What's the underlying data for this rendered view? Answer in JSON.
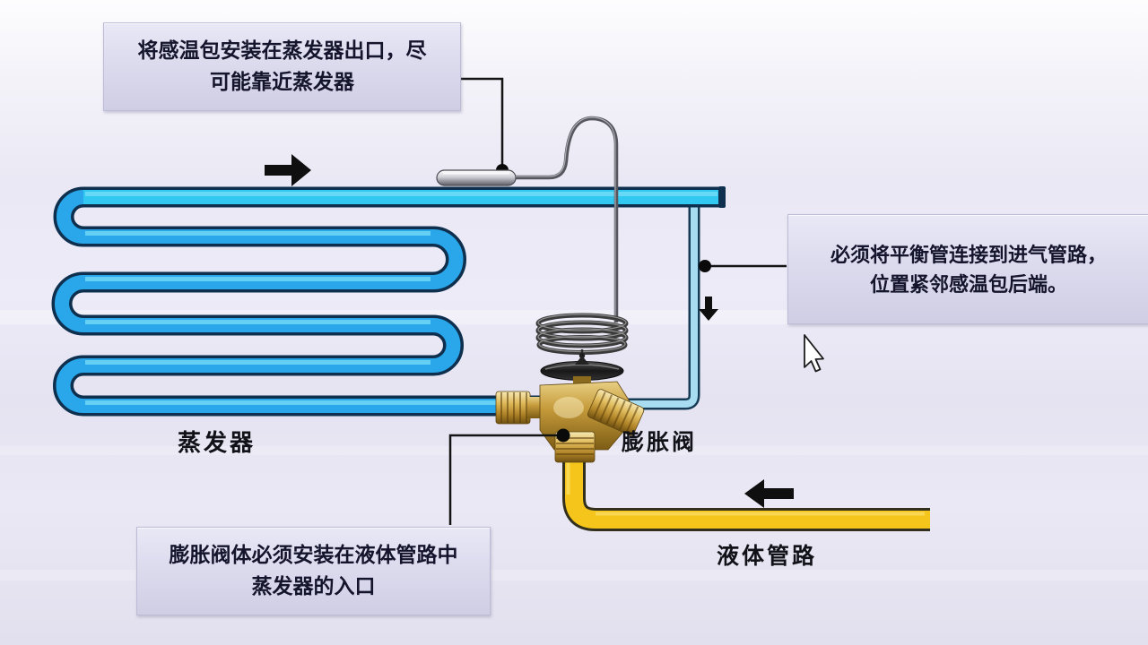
{
  "diagram": {
    "callout_bulb": {
      "line1": "将感温包安装在蒸发器出口，尽",
      "line2": "可能靠近蒸发器"
    },
    "callout_balance": {
      "line1": "必须将平衡管连接到进气管路，",
      "line2": "位置紧邻感温包后端。"
    },
    "callout_valve": {
      "line1": "膨胀阀体必须安装在液体管路中",
      "line2": "蒸发器的入口"
    },
    "label_evaporator": "蒸发器",
    "label_expansion_valve": "膨胀阀",
    "label_liquid_line": "液体管路"
  },
  "icons": {
    "flow-arrow-right-icon": "➡ suction gas flow direction",
    "flow-arrow-left-icon": "⬅ liquid line flow direction",
    "flow-arrow-down-icon": "⬇ balance pipe flow direction",
    "mouse-cursor-icon": "↖ pointer cursor",
    "sensing-bulb": "temperature sensing bulb cylinder",
    "capillary-coil": "wound capillary coil above valve"
  },
  "colors": {
    "background": "#eae8f4",
    "suction_pipe_cyan": "#31c8f1",
    "coil_pipe_blue": "#2aa7ea",
    "pipe_outline_navy": "#0e2f4e",
    "balance_pipe_lightblue": "#a8ddf1",
    "liquid_pipe_yellow": "#f6c51c",
    "liquid_pipe_outline": "#32301c",
    "valve_brass": "#c59a3a",
    "callout_background": "#dcdbee",
    "arrow_black": "#111111"
  }
}
